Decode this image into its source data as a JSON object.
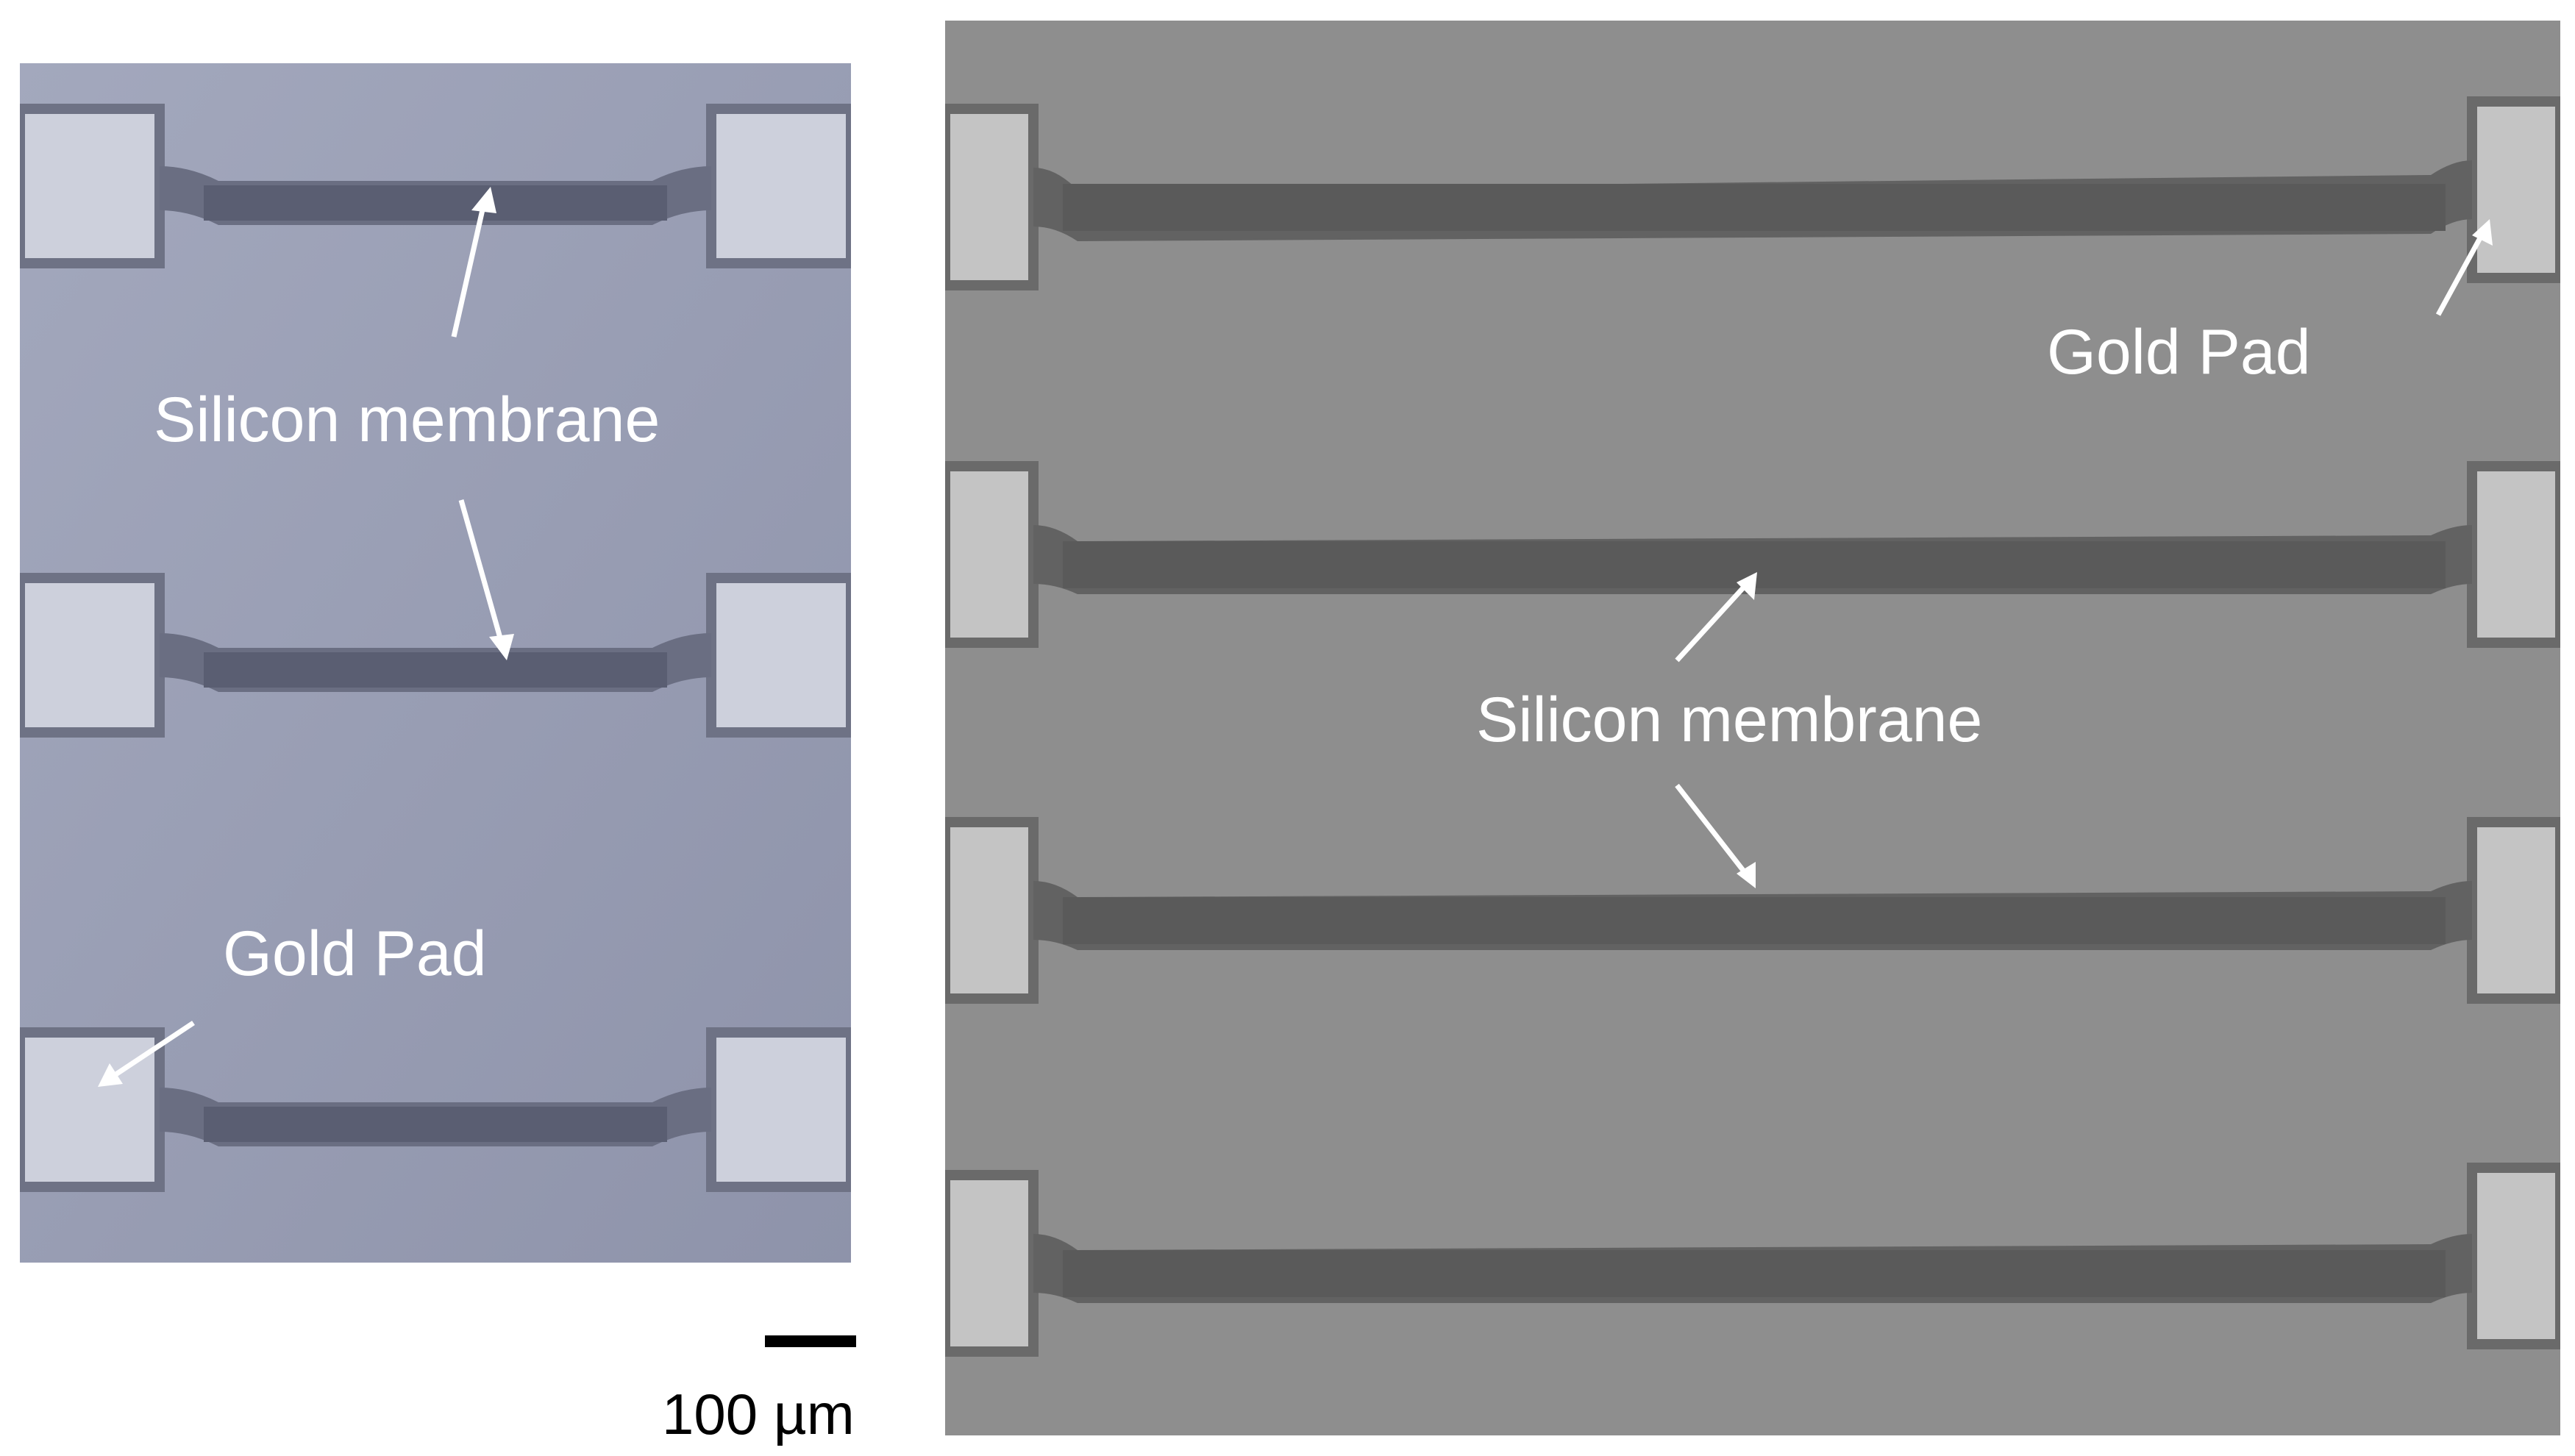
{
  "figure": {
    "left_panel": {
      "labels": {
        "silicon_membrane": "Silicon membrane",
        "gold_pad": "Gold Pad"
      },
      "colors": {
        "substrate": "#9aa0b6",
        "membrane": "#5e6276",
        "pad": "#cdd0dc",
        "rim": "#707487"
      }
    },
    "right_panel": {
      "labels": {
        "silicon_membrane": "Silicon membrane",
        "gold_pad": "Gold Pad"
      },
      "colors": {
        "substrate": "#8f8f8f",
        "membrane": "#5b5b5b",
        "pad": "#c3c3c3",
        "rim": "#6a6a6a"
      }
    },
    "scale_bar": {
      "label": "100 µm"
    }
  }
}
